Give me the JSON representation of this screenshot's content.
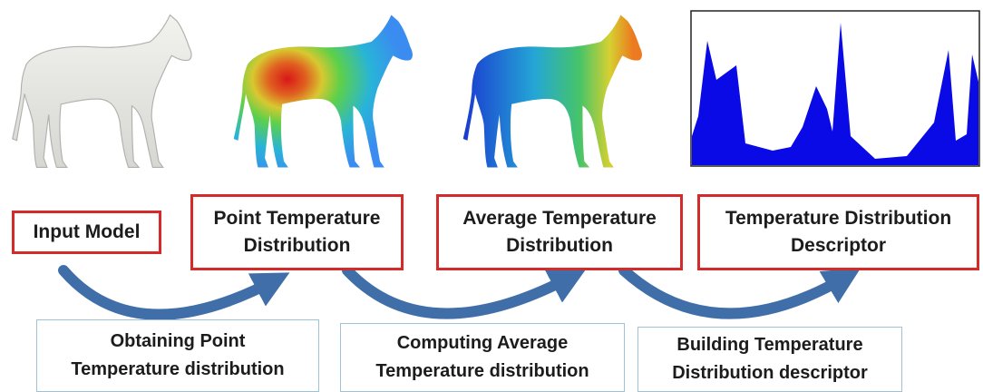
{
  "stages": [
    {
      "id": "input",
      "label": "Input Model"
    },
    {
      "id": "point",
      "label": "Point Temperature\nDistribution"
    },
    {
      "id": "average",
      "label": "Average Temperature\nDistribution"
    },
    {
      "id": "descriptor",
      "label": "Temperature Distribution\nDescriptor"
    }
  ],
  "steps": [
    {
      "id": "obtain",
      "label": "Obtaining Point\nTemperature distribution"
    },
    {
      "id": "compute",
      "label": "Computing Average\nTemperature distribution"
    },
    {
      "id": "build",
      "label": "Building Temperature\nDistribution descriptor"
    }
  ],
  "images": [
    {
      "name": "horse-input-model",
      "type": "mesh-render",
      "coloring": "plain-grey"
    },
    {
      "name": "horse-point-temperature",
      "type": "mesh-render",
      "coloring": "heatmap-hotspot-on-torso"
    },
    {
      "name": "horse-average-temperature",
      "type": "mesh-render",
      "coloring": "heatmap-gradient-to-head"
    },
    {
      "name": "temperature-descriptor-plot",
      "type": "area-plot",
      "color": "#0a0ae6"
    }
  ],
  "colors": {
    "stage_border": "#d42a2a",
    "step_border": "#9fc2d6",
    "arrow": "#3f6ea8",
    "plot_fill": "#0a0ae6",
    "mesh_grey": "#e6e6e2",
    "heat_hot": "#d81818",
    "heat_cool": "#1a3ad0"
  }
}
